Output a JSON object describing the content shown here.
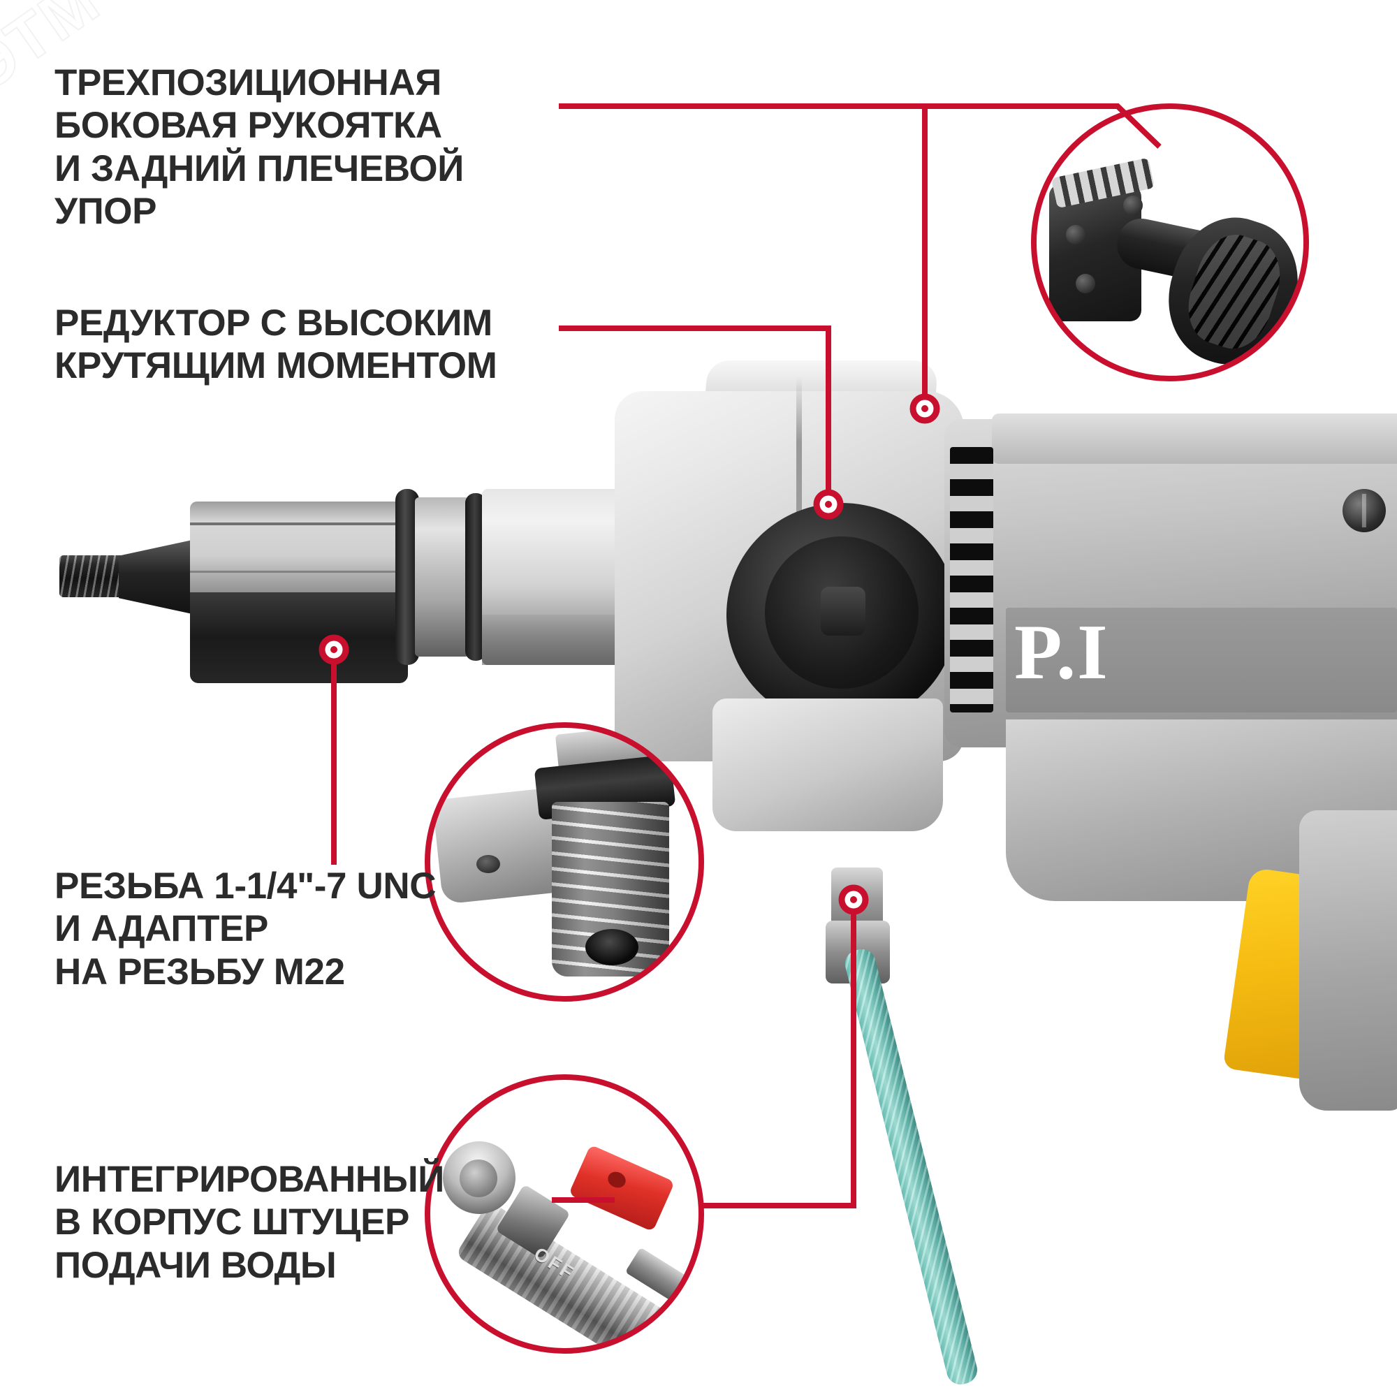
{
  "meta": {
    "watermark": "ЭТМ",
    "accent_color": "#c8102e",
    "text_color": "#2b2b2b",
    "background": "#ffffff",
    "trigger_color": "#ffd227",
    "hose_color": "#6fc8bd"
  },
  "callouts": [
    {
      "id": "handle",
      "text": "ТРЕХПОЗИЦИОННАЯ\nБОКОВАЯ РУКОЯТКА\nИ ЗАДНИЙ ПЛЕЧЕВОЙ УПОР",
      "lines": [
        "ТРЕХПОЗИЦИОННАЯ",
        "БОКОВАЯ РУКОЯТКА",
        "И ЗАДНИЙ ПЛЕЧЕВОЙ УПОР"
      ]
    },
    {
      "id": "gearbox",
      "text": "РЕДУКТОР С ВЫСОКИМ\nКРУТЯЩИМ МОМЕНТОМ",
      "lines": [
        "РЕДУКТОР С ВЫСОКИМ",
        "КРУТЯЩИМ МОМЕНТОМ"
      ]
    },
    {
      "id": "thread",
      "text": "РЕЗЬБА 1-1/4\"-7 UNC\nИ АДАПТЕР\nНА РЕЗЬБУ М22",
      "lines": [
        "РЕЗЬБА 1-1/4\"-7 UNC",
        "И АДАПТЕР",
        "НА РЕЗЬБУ М22"
      ]
    },
    {
      "id": "water",
      "text": "ИНТЕГРИРОВАННЫЙ\nВ КОРПУС ШТУЦЕР\nПОДАЧИ ВОДЫ",
      "lines": [
        "ИНТЕГРИРОВАННЫЙ",
        "В КОРПУС ШТУЦЕР",
        "ПОДАЧИ ВОДЫ"
      ]
    }
  ],
  "insets": {
    "handle": {
      "name": "side-handle-shoulder-rest"
    },
    "thread": {
      "name": "spindle-thread-adapter"
    },
    "water": {
      "name": "water-supply-valve",
      "valve_label": "OFF"
    }
  },
  "product": {
    "brand_text": "P.I",
    "name": "diamond-core-drill"
  }
}
